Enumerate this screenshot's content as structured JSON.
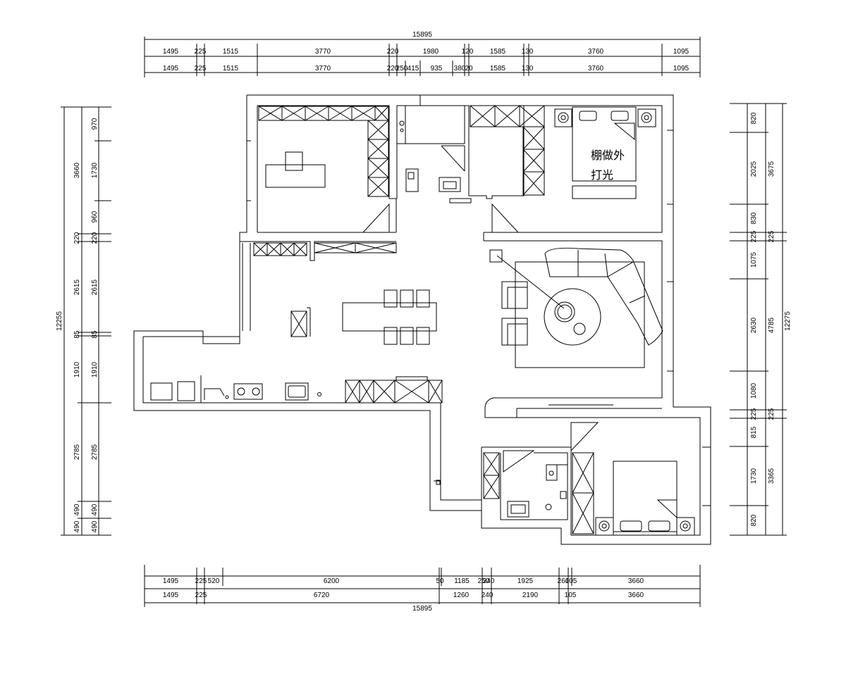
{
  "top_dimensions": {
    "total": "15895",
    "row1": [
      "1495",
      "225",
      "1515",
      "3770",
      "220",
      "1980",
      "120",
      "1585",
      "130",
      "3760",
      "1095"
    ],
    "row2": [
      "1495",
      "225",
      "1515",
      "3770",
      "220",
      "250",
      "415",
      "935",
      "380",
      "20",
      "1585",
      "130",
      "3760",
      "1095"
    ]
  },
  "bottom_dimensions": {
    "total": "15895",
    "row1": [
      "1495",
      "225",
      "520",
      "6200",
      "50",
      "1185",
      "250",
      "240",
      "1925",
      "260",
      "105",
      "3660"
    ],
    "row2": [
      "1495",
      "225",
      "6720",
      "1260",
      "240",
      "2190",
      "105",
      "3660"
    ]
  },
  "left_dimensions": {
    "total": "12255",
    "row1": [
      "3660",
      "220",
      "2615",
      "85",
      "1910",
      "2785",
      "490",
      "490"
    ],
    "row2": [
      "970",
      "1730",
      "960",
      "220",
      "2615",
      "85",
      "1910",
      "2785",
      "490",
      "490"
    ]
  },
  "right_dimensions": {
    "total": "12275",
    "row1": [
      "3675",
      "225",
      "4785",
      "225",
      "3365"
    ],
    "row2": [
      "820",
      "2025",
      "830",
      "225",
      "1075",
      "2630",
      "1080",
      "225",
      "815",
      "1730",
      "820"
    ]
  },
  "annotation": {
    "line1": "棚做外",
    "line2": "打光"
  },
  "colors": {
    "ink": "#000000",
    "paper": "#ffffff"
  }
}
